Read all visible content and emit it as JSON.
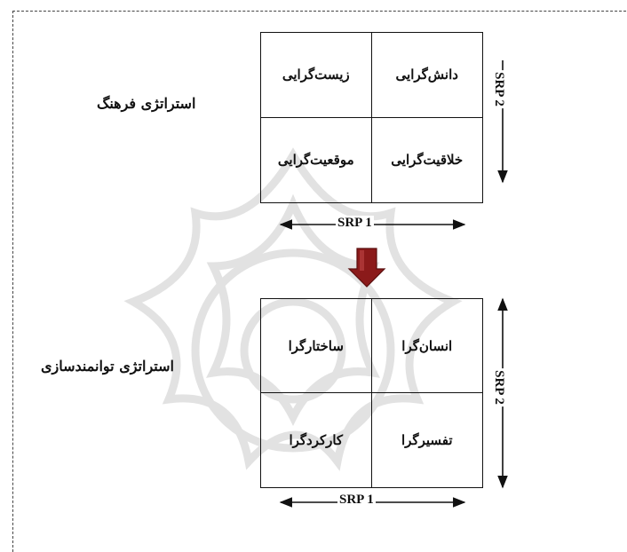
{
  "top_matrix": {
    "strategy_label": "استراتژی فرهنگ",
    "cells": {
      "top_left": "زیست‌گرایی",
      "top_right": "دانش‌گرایی",
      "bottom_left": "موقعیت‌گرایی",
      "bottom_right": "خلاقیت‌گرایی"
    },
    "axis_horizontal": "SRP 1",
    "axis_vertical": "SRP 2"
  },
  "bottom_matrix": {
    "strategy_label": "استراتژی توانمندسازی",
    "cells": {
      "top_left": "ساختارگرا",
      "top_right": "انسان‌گرا",
      "bottom_left": "کارکردگرا",
      "bottom_right": "تفسیرگرا"
    },
    "axis_horizontal": "SRP 1",
    "axis_vertical": "SRP 2"
  },
  "colors": {
    "transition_arrow": "#8b1a1a",
    "watermark": "#d9d9d9"
  }
}
